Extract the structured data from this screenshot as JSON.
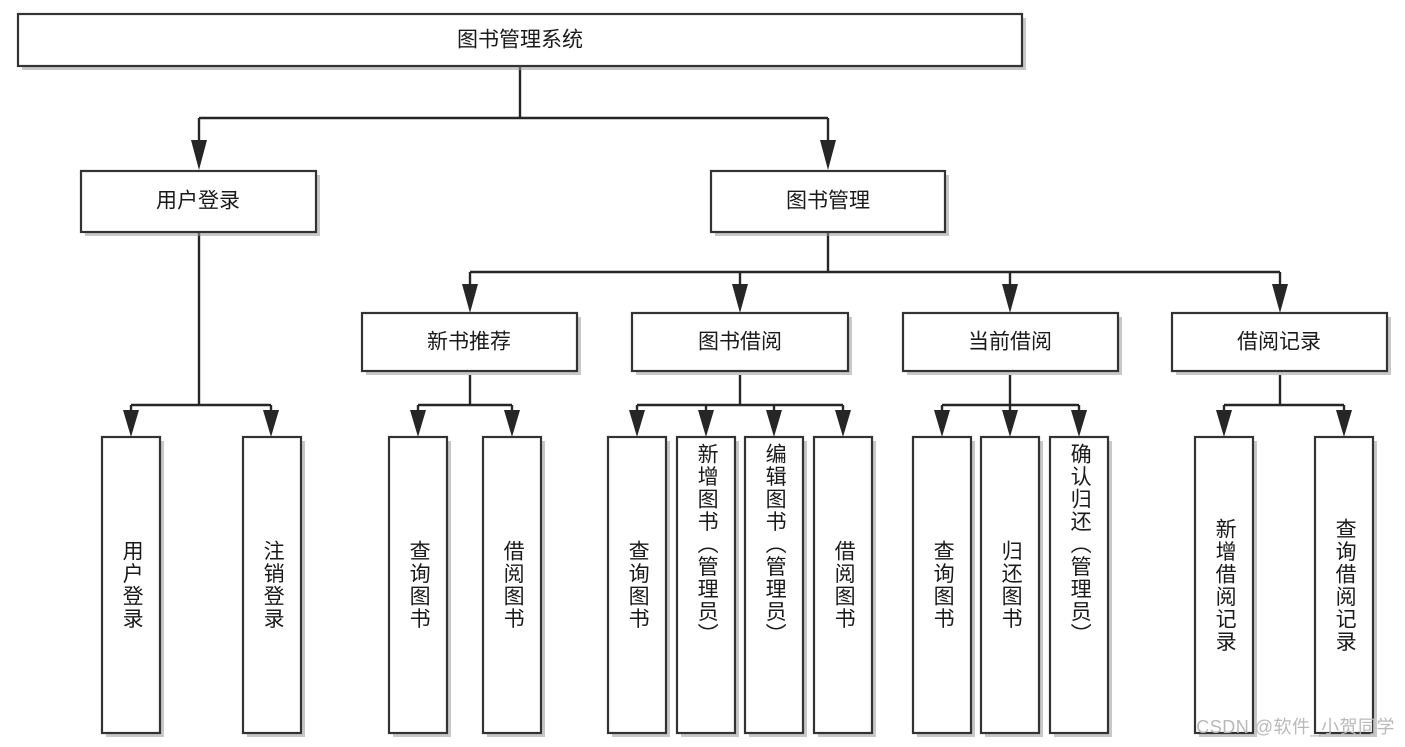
{
  "diagram": {
    "title": "图书管理系统",
    "type": "hierarchy-tree",
    "watermark": "CSDN @软件_小贺同学",
    "colors": {
      "box_fill": "#ffffff",
      "box_stroke": "#333333",
      "connector": "#262626",
      "text": "#1a1a1a",
      "watermark": "#b9b9b9",
      "background": "#ffffff"
    },
    "levels": {
      "root": {
        "label": "图书管理系统",
        "orientation": "horizontal"
      },
      "level2": [
        {
          "id": "user-login",
          "label": "用户登录",
          "orientation": "horizontal"
        },
        {
          "id": "book-manage",
          "label": "图书管理",
          "orientation": "horizontal"
        }
      ],
      "level3": [
        {
          "id": "new-book-recommend",
          "label": "新书推荐",
          "orientation": "horizontal",
          "parent": "book-manage"
        },
        {
          "id": "book-borrow",
          "label": "图书借阅",
          "orientation": "horizontal",
          "parent": "book-manage"
        },
        {
          "id": "current-borrow",
          "label": "当前借阅",
          "orientation": "horizontal",
          "parent": "book-manage"
        },
        {
          "id": "borrow-record",
          "label": "借阅记录",
          "orientation": "horizontal",
          "parent": "book-manage"
        }
      ],
      "leaves": [
        {
          "id": "leaf-user-login",
          "label": "用户登录",
          "orientation": "vertical",
          "parent": "user-login"
        },
        {
          "id": "leaf-user-logout",
          "label": "注销登录",
          "orientation": "vertical",
          "parent": "user-login"
        },
        {
          "id": "leaf-query-book-1",
          "label": "查询图书",
          "orientation": "vertical",
          "parent": "new-book-recommend"
        },
        {
          "id": "leaf-borrow-book-1",
          "label": "借阅图书",
          "orientation": "vertical",
          "parent": "new-book-recommend"
        },
        {
          "id": "leaf-query-book-2",
          "label": "查询图书",
          "orientation": "vertical",
          "parent": "book-borrow"
        },
        {
          "id": "leaf-add-book",
          "label": "新增图书（管理员）",
          "orientation": "vertical",
          "parent": "book-borrow"
        },
        {
          "id": "leaf-edit-book",
          "label": "编辑图书（管理员）",
          "orientation": "vertical",
          "parent": "book-borrow"
        },
        {
          "id": "leaf-borrow-book-2",
          "label": "借阅图书",
          "orientation": "vertical",
          "parent": "book-borrow"
        },
        {
          "id": "leaf-query-book-3",
          "label": "查询图书",
          "orientation": "vertical",
          "parent": "current-borrow"
        },
        {
          "id": "leaf-return-book",
          "label": "归还图书",
          "orientation": "vertical",
          "parent": "current-borrow"
        },
        {
          "id": "leaf-confirm-return",
          "label": "确认归还（管理员）",
          "orientation": "vertical",
          "parent": "current-borrow"
        },
        {
          "id": "leaf-add-record",
          "label": "新增借阅记录",
          "orientation": "vertical",
          "parent": "borrow-record"
        },
        {
          "id": "leaf-query-record",
          "label": "查询借阅记录",
          "orientation": "vertical",
          "parent": "borrow-record"
        }
      ]
    }
  }
}
